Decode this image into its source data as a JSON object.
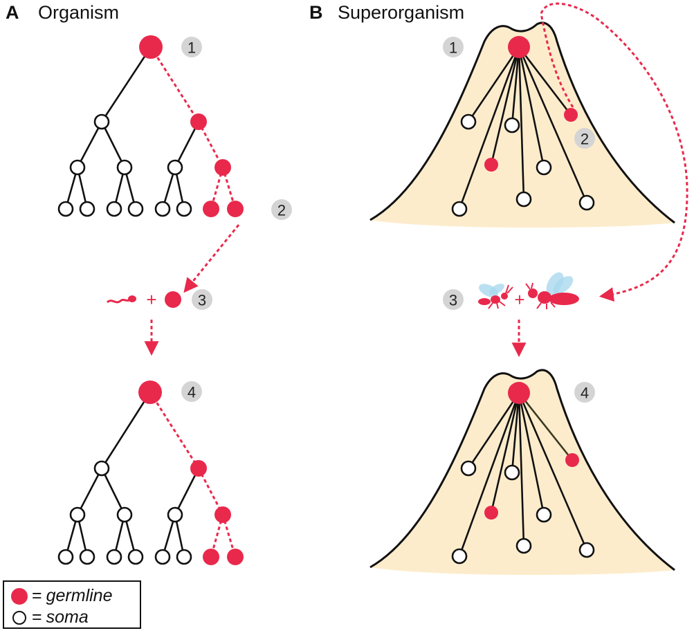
{
  "panel_a": {
    "letter": "A",
    "title": "Organism"
  },
  "panel_b": {
    "letter": "B",
    "title": "Superorganism"
  },
  "steps": {
    "one": "1",
    "two": "2",
    "three": "3",
    "four": "4"
  },
  "plus_sign": "+",
  "legend": {
    "germline_label": "germline",
    "soma_label": "soma",
    "equals": "="
  },
  "colors": {
    "germline": "#e8294c",
    "soma_stroke": "#111111",
    "colony_fill": "#fdeccb",
    "badge": "#d4d4d4",
    "wing": "#a9d8ee"
  },
  "icons": [
    "sperm-icon",
    "egg-icon",
    "male-ant-icon",
    "queen-ant-icon"
  ]
}
